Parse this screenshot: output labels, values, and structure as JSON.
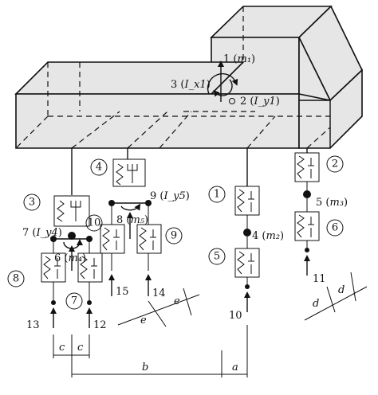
{
  "dof_labels": {
    "d1": {
      "num": "1",
      "sym": "m₁"
    },
    "d2": {
      "num": "2",
      "sym": "I_y1"
    },
    "d3": {
      "num": "3",
      "sym": "I_x1"
    },
    "d4": {
      "num": "4",
      "sym": "m₂"
    },
    "d5": {
      "num": "5",
      "sym": "m₃"
    },
    "d6": {
      "num": "6",
      "sym": "m₄"
    },
    "d7": {
      "num": "7",
      "sym": "I_y4"
    },
    "d8": {
      "num": "8",
      "sym": "m₅"
    },
    "d9": {
      "num": "9",
      "sym": "I_y5"
    }
  },
  "circled_labels": [
    "1",
    "2",
    "3",
    "4",
    "5",
    "6",
    "7",
    "8",
    "9",
    "10"
  ],
  "input_labels": [
    "10",
    "11",
    "12",
    "13",
    "14",
    "15"
  ],
  "dimension_labels": {
    "a": "a",
    "b": "b",
    "c1": "c",
    "c2": "c",
    "d1": "d",
    "d2": "d",
    "e1": "e",
    "e2": "e"
  }
}
